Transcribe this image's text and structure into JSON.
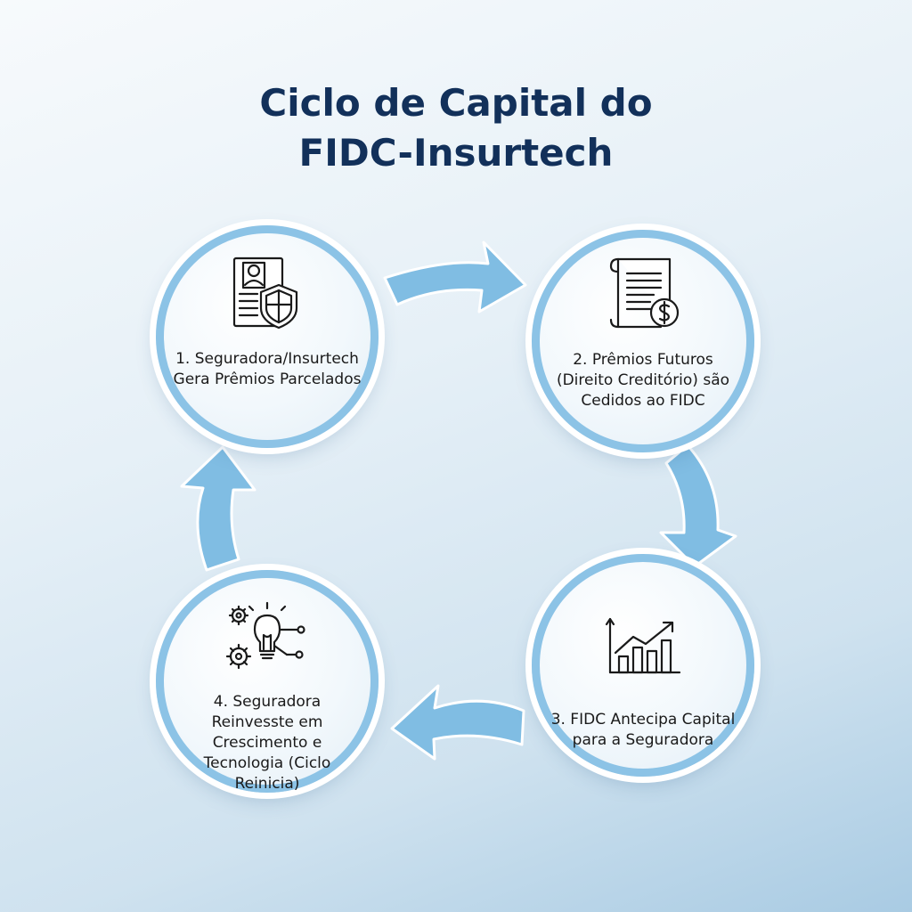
{
  "title": {
    "line1": "Ciclo de Capital do",
    "line2": "FIDC-Insurtech"
  },
  "steps": [
    {
      "label": "1. Seguradora/Insurtech Gera Prêmios Parcelados",
      "icon": "document-shield-icon"
    },
    {
      "label": "2. Prêmios Futuros (Direito Creditório) são Cedidos ao FIDC",
      "icon": "scroll-dollar-icon"
    },
    {
      "label": "3. FIDC Antecipa Capital para a Seguradora",
      "icon": "growth-chart-icon"
    },
    {
      "label": "4. Seguradora Reinvesste em Crescimento e Tecnologia (Ciclo Reinicia)",
      "icon": "gears-lightbulb-icon"
    }
  ],
  "colors": {
    "title": "#12305a",
    "ring": "#8cc3e6",
    "arrow": "#80bde3"
  }
}
